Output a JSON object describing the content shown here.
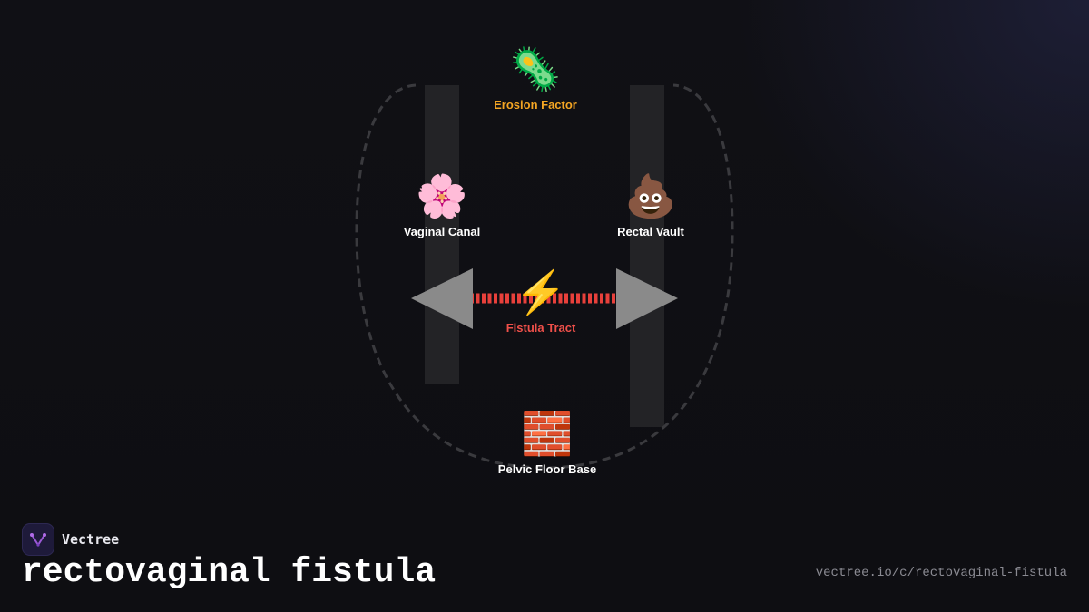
{
  "diagram": {
    "nodes": {
      "erosion": {
        "label": "Erosion Factor",
        "icon": "microbe-icon",
        "glyph": "🦠",
        "color": "#f5a623"
      },
      "vaginal": {
        "label": "Vaginal Canal",
        "icon": "cherry-blossom-icon",
        "glyph": "🌸",
        "color": "#ffffff"
      },
      "rectal": {
        "label": "Rectal Vault",
        "icon": "poop-icon",
        "glyph": "💩",
        "color": "#ffffff"
      },
      "fistula": {
        "label": "Fistula Tract",
        "icon": "lightning-icon",
        "glyph": "⚡",
        "color": "#f0504a"
      },
      "pelvic": {
        "label": "Pelvic Floor Base",
        "icon": "brick-wall-icon",
        "glyph": "🧱",
        "color": "#ffffff"
      }
    },
    "colors": {
      "tract": "#e8403b",
      "arrow": "#8a8a8a",
      "wall": "#232326",
      "outline": "#3a3a3e"
    }
  },
  "footer": {
    "brand": "Vectree",
    "title": "rectovaginal fistula",
    "url": "vectree.io/c/rectovaginal-fistula"
  }
}
